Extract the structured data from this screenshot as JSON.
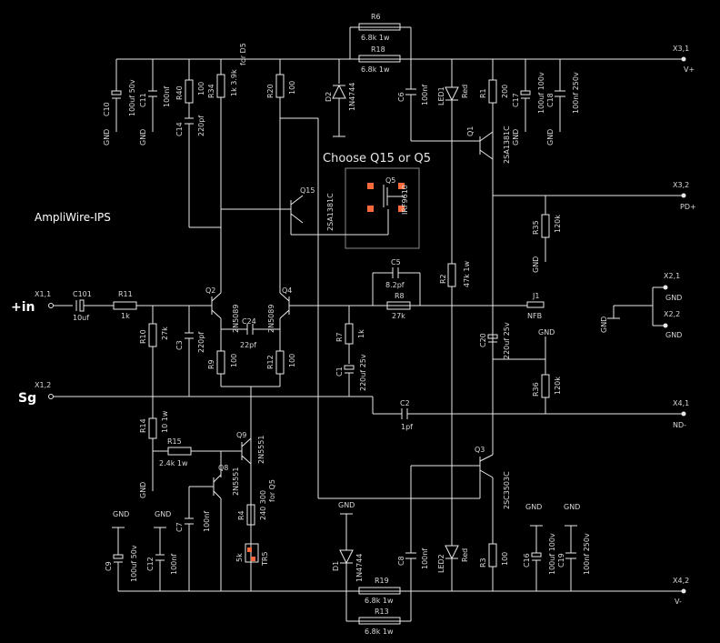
{
  "title": "AmpliWire-IPS",
  "choose_note": "Choose Q15 or Q5",
  "for_d5": "for D5",
  "for_q5": "for Q5",
  "ports": {
    "in": "+in",
    "sg": "Sg",
    "vplus": "V+",
    "vminus": "V-",
    "pd": "PD+",
    "nd": "ND-",
    "x31": "X3,1",
    "x32": "X3,2",
    "x41": "X4,1",
    "x42": "X4,2",
    "x11": "X1,1",
    "x12": "X1,2",
    "x21": "X2,1",
    "x22": "X2,2",
    "gnd1": "GND",
    "gnd2": "GND",
    "nfb": "NFB",
    "j1": "J1"
  },
  "gnd": "GND",
  "components": {
    "R6": "R6",
    "R6v": "6.8k 1w",
    "R18": "R18",
    "R18v": "6.8k 1w",
    "R19": "R19",
    "R19v": "6.8k 1w",
    "R13": "R13",
    "R13v": "6.8k 1w",
    "C10": "C10",
    "C10v": "100uf 50v",
    "C11": "C11",
    "C11v": "100nf",
    "R40": "R40",
    "R40v": "100",
    "R34": "R34",
    "R34v": "1k 3.9k",
    "C14": "C14",
    "C14v": "220pf",
    "R20": "R20",
    "R20v": "100",
    "D2": "D2",
    "D2v": "1N4744",
    "C6": "C6",
    "C6v": "100nf",
    "LED1": "LED1",
    "LED1v": "Red",
    "R1": "R1",
    "R1v": "200",
    "C17": "C17",
    "C17v": "100uf 100v",
    "C18": "C18",
    "C18v": "100nf 250v",
    "Q1": "Q1",
    "Q1v": "2SA1381C",
    "Q15": "Q15",
    "Q15v": "2SA1381C",
    "Q5": "Q5",
    "Q5v": "IRF9610",
    "R35": "R35",
    "R35v": "120k",
    "C101": "C101",
    "C101v": "10uf",
    "R11": "R11",
    "R11v": "1k",
    "Q2": "Q2",
    "Q2v": "2N5089",
    "Q4": "Q4",
    "Q4v": "2N5089",
    "C24": "C24",
    "C24v": "22pf",
    "R10": "R10",
    "R10v": "27k",
    "C3": "C3",
    "C3v": "220pf",
    "R9": "R9",
    "R9v": "100",
    "R12": "R12",
    "R12v": "100",
    "C5": "C5",
    "C5v": "8.2pf",
    "R8": "R8",
    "R8v": "27k",
    "R7": "R7",
    "R7v": "1k",
    "C1": "C1",
    "C1v": "220uf 25v",
    "R2": "R2",
    "R2v": "47k 1w",
    "C20": "C20",
    "C20v": "220uf 25v",
    "R36": "R36",
    "R36v": "120k",
    "C2": "C2",
    "C2v": "1pf",
    "R14": "R14",
    "R14v": "10 1w",
    "R15": "R15",
    "R15v": "2.4k 1w",
    "Q9": "Q9",
    "Q9v": "2N5551",
    "Q8": "Q8",
    "Q8v": "2N5551",
    "C7": "C7",
    "C7v": "100nf",
    "R4": "R4",
    "R4v": "240 300",
    "TR5": "TR5",
    "TR5v": "5k",
    "Q3": "Q3",
    "Q3v": "2SC3503C",
    "C9": "C9",
    "C9v": "100uf 50v",
    "C12": "C12",
    "C12v": "100nf",
    "D1": "D1",
    "D1v": "1N4744",
    "C8": "C8",
    "C8v": "100nf",
    "LED2": "LED2",
    "LED2v": "Red",
    "R3": "R3",
    "R3v": "100",
    "C16": "C16",
    "C16v": "100uf 100v",
    "C19": "C19",
    "C19v": "100nf 250v"
  },
  "colors": {
    "background": "#000000",
    "wire": "#e8e8e8",
    "pad": "#ff6a3d",
    "box": "#8a8a8a"
  }
}
